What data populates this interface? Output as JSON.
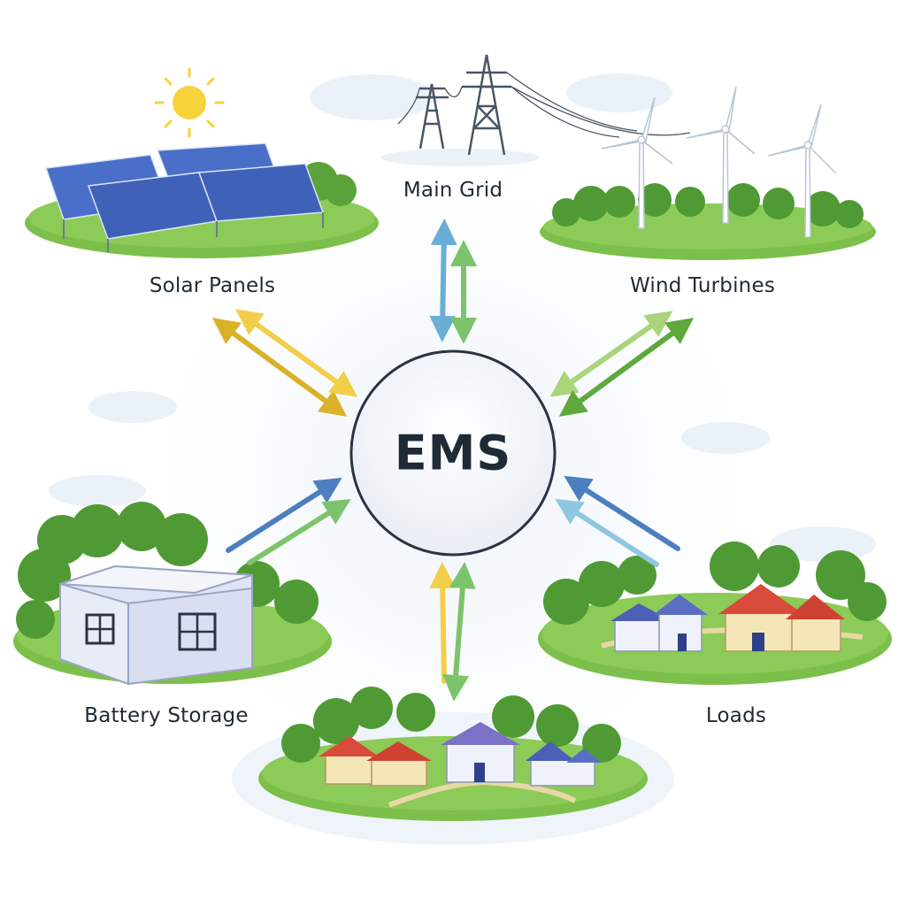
{
  "hub": {
    "label": "EMS"
  },
  "nodes": {
    "main_grid": {
      "label": "Main Grid"
    },
    "solar_panels": {
      "label": "Solar Panels"
    },
    "wind_turbines": {
      "label": "Wind Turbines"
    },
    "battery_storage": {
      "label": "Battery Storage"
    },
    "loads": {
      "label": "Loads"
    }
  },
  "colors": {
    "hub_ring": "#2b3442",
    "grass": "#7cbf4a",
    "grass_dark": "#5e9e34",
    "tree": "#5aa33a",
    "tree_dark": "#3f8a2c",
    "sky_halo": "#eef4fa",
    "arrow_blue": "#6aaed6",
    "arrow_green": "#7dc36b",
    "arrow_yellow": "#f2cf4a",
    "arrow_gold": "#d9b22a",
    "arrow_lightgreen": "#a9d47a",
    "arrow_darkgreen": "#5fa83b",
    "arrow_navy": "#4c7fbf",
    "arrow_sky": "#8fc6e2",
    "panel_blue": "#4a6fc9",
    "sun": "#f7d23b"
  }
}
